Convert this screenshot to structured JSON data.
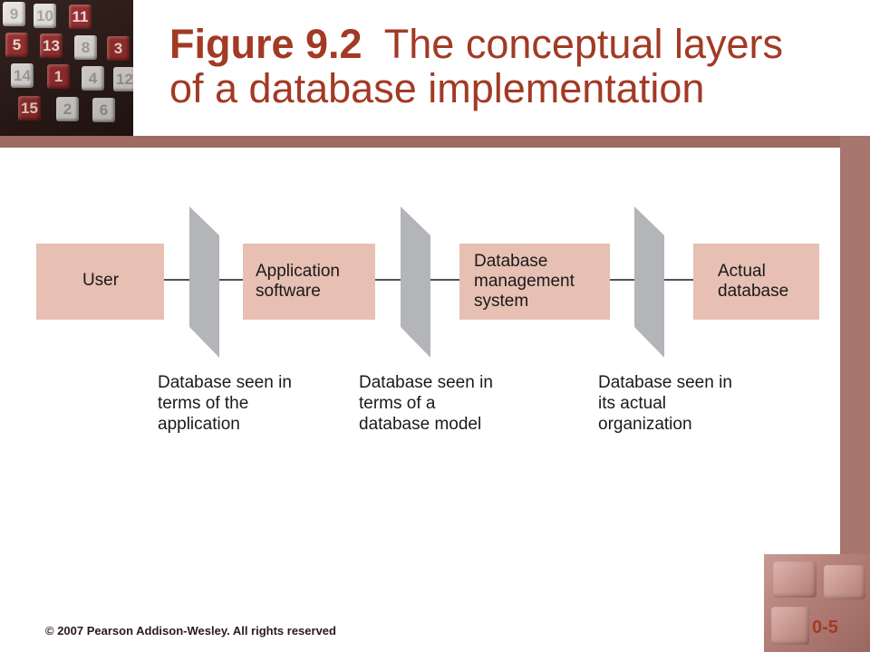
{
  "slide": {
    "title_fig": "Figure 9.2",
    "title_rest_line1": "The conceptual layers",
    "title_line2": "of a database implementation",
    "copyright": "© 2007 Pearson Addison-Wesley. All rights reserved",
    "slide_number": "0-5"
  },
  "logo": {
    "tiles": [
      "9",
      "10",
      "11",
      "5",
      "13",
      "8",
      "3",
      "14",
      "1",
      "4",
      "12",
      "15",
      "2",
      "6"
    ]
  },
  "diagram": {
    "boxes": [
      {
        "id": "user",
        "lines": [
          "User"
        ]
      },
      {
        "id": "application",
        "lines": [
          "Application",
          "software"
        ]
      },
      {
        "id": "dbms",
        "lines": [
          "Database",
          "management",
          "system"
        ]
      },
      {
        "id": "actual-db",
        "lines": [
          "Actual",
          "database"
        ]
      }
    ],
    "captions": [
      {
        "id": "application-view",
        "lines": [
          "Database seen in",
          "terms of the",
          "application"
        ]
      },
      {
        "id": "model-view",
        "lines": [
          "Database seen in",
          "terms of a",
          "database model"
        ]
      },
      {
        "id": "actual-view",
        "lines": [
          "Database seen in",
          "its actual",
          "organization"
        ]
      }
    ]
  },
  "colors": {
    "box_fill": "#e7bfb3",
    "layer_fill": "#b3b5b8",
    "title": "#a23a24",
    "band": "#9d6b64"
  }
}
